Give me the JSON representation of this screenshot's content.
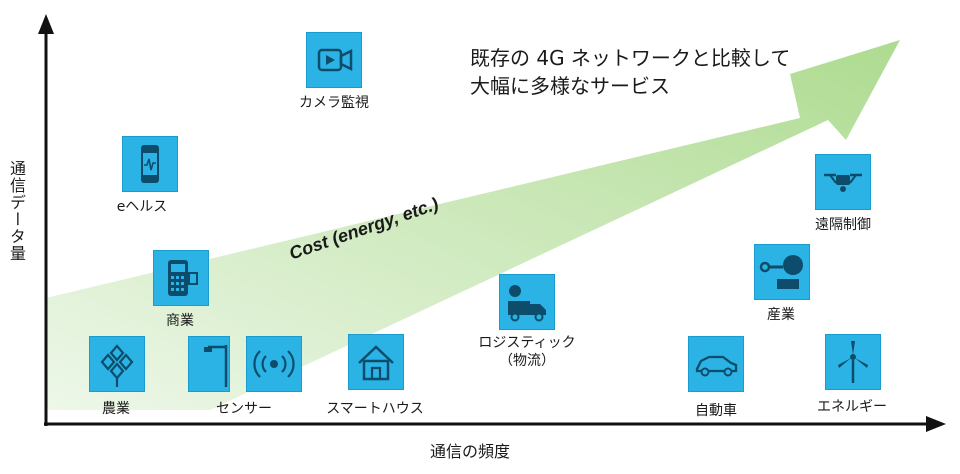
{
  "headline": {
    "line1": "既存の 4G ネットワークと比較して",
    "line2": "大幅に多様なサービス"
  },
  "arrow_label": "Cost (energy, etc.)",
  "axes": {
    "y_label": "通信データ量",
    "x_label": "通信の頻度"
  },
  "services": {
    "camera": "カメラ監視",
    "ehealth": "eヘルス",
    "commerce": "商業",
    "agriculture": "農業",
    "sensor": "センサー",
    "smarthouse": "スマートハウス",
    "logistics_1": "ロジスティック",
    "logistics_2": "（物流）",
    "car": "自動車",
    "industry": "産業",
    "remote": "遠隔制御",
    "energy": "エネルギー"
  },
  "colors": {
    "tile": "#2bb3e6",
    "arrow_start": "#dff0d6",
    "arrow_end": "#a9d98a",
    "axis": "#111111"
  }
}
